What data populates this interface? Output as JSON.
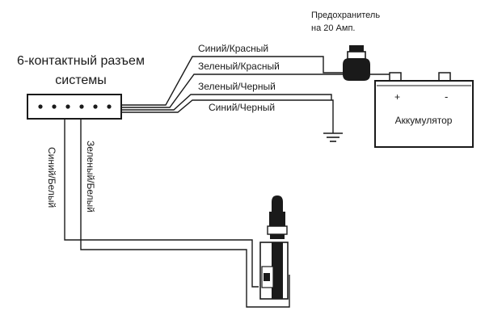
{
  "connector": {
    "title_line1": "6-контактный разъем",
    "title_line2": "системы"
  },
  "fuse": {
    "label_line1": "Предохранитель",
    "label_line2": "на 20 Амп."
  },
  "battery": {
    "label": "Аккумулятор",
    "plus": "+",
    "minus": "-"
  },
  "wires": {
    "blue_red": "Синий/Красный",
    "green_red": "Зеленый/Красный",
    "green_black": "Зеленый/Черный",
    "blue_black": "Синий/Черный",
    "blue_white": "Синий/Белый",
    "green_white": "Зеленый/Белый"
  }
}
